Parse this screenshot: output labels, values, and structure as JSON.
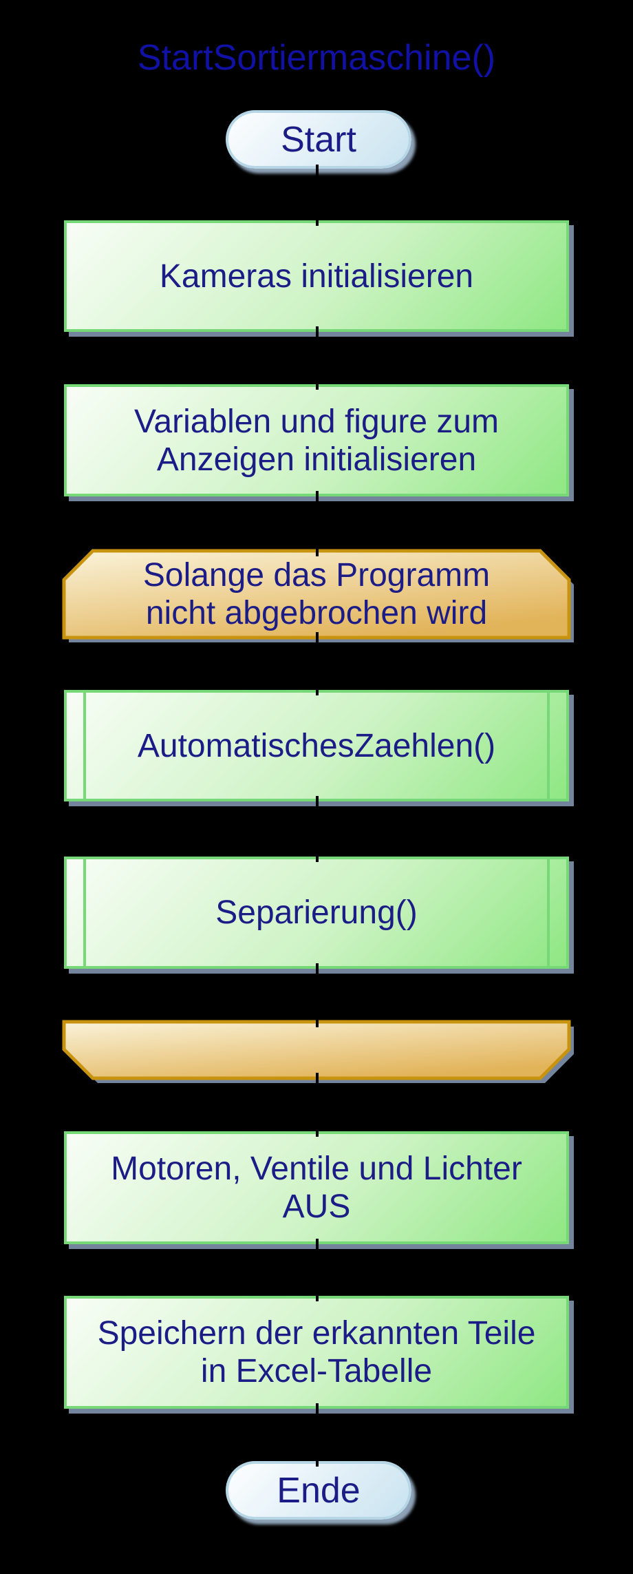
{
  "title": "StartSortiermaschine()",
  "nodes": {
    "start": "Start",
    "p1": "Kameras initialisieren",
    "p2": "Variablen und figure zum\nAnzeigen initialisieren",
    "loop_begin": "Solange das Programm\nnicht abgebrochen wird",
    "sub1": "AutomatischesZaehlen()",
    "sub2": "Separierung()",
    "loop_end": "",
    "p3": "Motoren, Ventile und Lichter\nAUS",
    "p4": "Speichern der erkannten Teile\nin Excel-Tabelle",
    "end": "Ende"
  },
  "colors": {
    "bg": "#000000",
    "title": "#1111a6",
    "text": "#1c1c87",
    "green_border": "#77d877",
    "green_light": "#f8fdf6",
    "green_dark": "#8fe783",
    "orange_border": "#c8940f",
    "orange_light": "#faf3da",
    "orange_dark": "#e2b45a",
    "pill_border": "#b6d6e6",
    "pill_light": "#fdfeff",
    "pill_dark": "#c9e3f0",
    "shadow": "#75849d",
    "pill_shadow": "#8fa3b8",
    "connector": "#000000"
  }
}
